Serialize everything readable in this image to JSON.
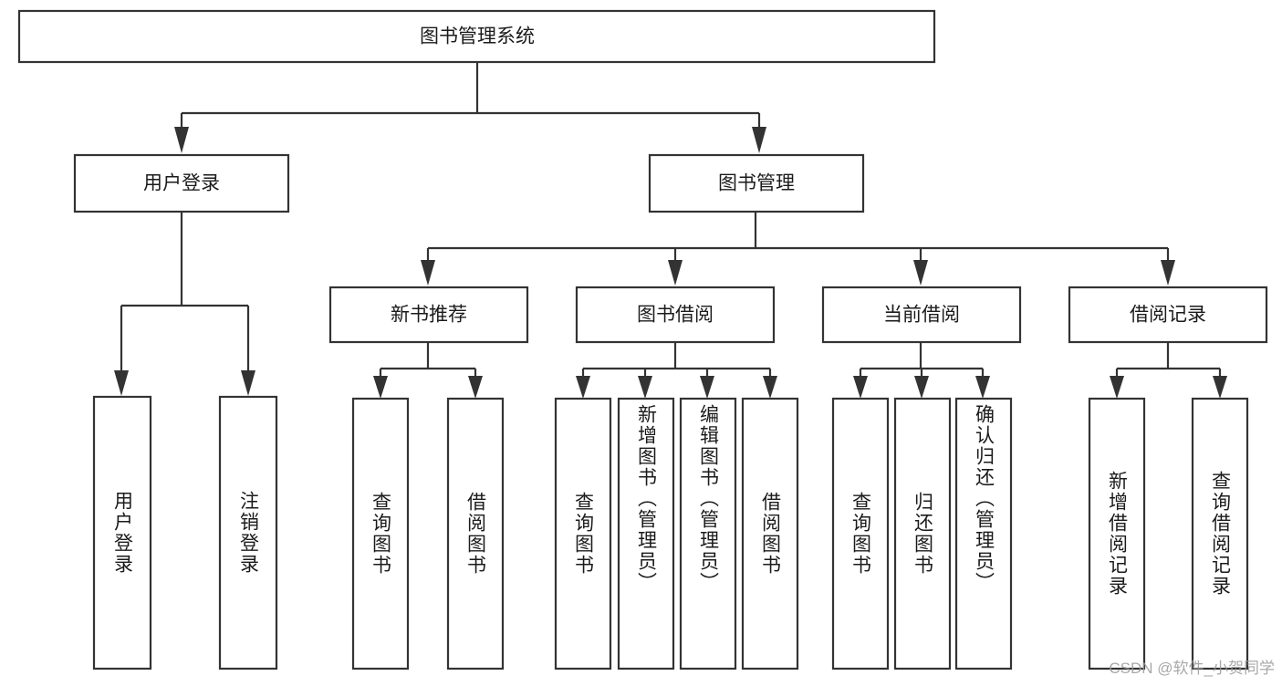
{
  "diagram": {
    "type": "tree",
    "title_node": {
      "id": "root",
      "label": "图书管理系统"
    },
    "level2": [
      {
        "id": "user-login",
        "label": "用户登录"
      },
      {
        "id": "book-management",
        "label": "图书管理"
      }
    ],
    "level3": [
      {
        "id": "new-book-recommend",
        "label": "新书推荐",
        "parent": "book-management"
      },
      {
        "id": "book-borrow",
        "label": "图书借阅",
        "parent": "book-management"
      },
      {
        "id": "current-borrow",
        "label": "当前借阅",
        "parent": "book-management"
      },
      {
        "id": "borrow-record",
        "label": "借阅记录",
        "parent": "book-management"
      }
    ],
    "leaves": [
      {
        "id": "leaf-user-login",
        "label": "用户登录",
        "parent": "user-login"
      },
      {
        "id": "leaf-logout-login",
        "label": "注销登录",
        "parent": "user-login"
      },
      {
        "id": "leaf-query-book-1",
        "label": "查询图书",
        "parent": "new-book-recommend"
      },
      {
        "id": "leaf-borrow-book-1",
        "label": "借阅图书",
        "parent": "new-book-recommend"
      },
      {
        "id": "leaf-query-book-2",
        "label": "查询图书",
        "parent": "book-borrow"
      },
      {
        "id": "leaf-add-book",
        "label": "新增图书（管理员）",
        "parent": "book-borrow"
      },
      {
        "id": "leaf-edit-book",
        "label": "编辑图书（管理员）",
        "parent": "book-borrow"
      },
      {
        "id": "leaf-borrow-book-2",
        "label": "借阅图书",
        "parent": "book-borrow"
      },
      {
        "id": "leaf-query-book-3",
        "label": "查询图书",
        "parent": "current-borrow"
      },
      {
        "id": "leaf-return-book",
        "label": "归还图书",
        "parent": "current-borrow"
      },
      {
        "id": "leaf-confirm-return",
        "label": "确认归还（管理员）",
        "parent": "current-borrow"
      },
      {
        "id": "leaf-add-borrow-record",
        "label": "新增借阅记录",
        "parent": "borrow-record"
      },
      {
        "id": "leaf-query-borrow-record",
        "label": "查询借阅记录",
        "parent": "borrow-record"
      }
    ],
    "colors": {
      "box_stroke": "#333333",
      "box_fill": "#ffffff",
      "text": "#1b1b1b",
      "background": "#ffffff",
      "watermark": "#9a9a9a"
    }
  },
  "watermark": {
    "text": "CSDN @软件_小贺同学"
  }
}
